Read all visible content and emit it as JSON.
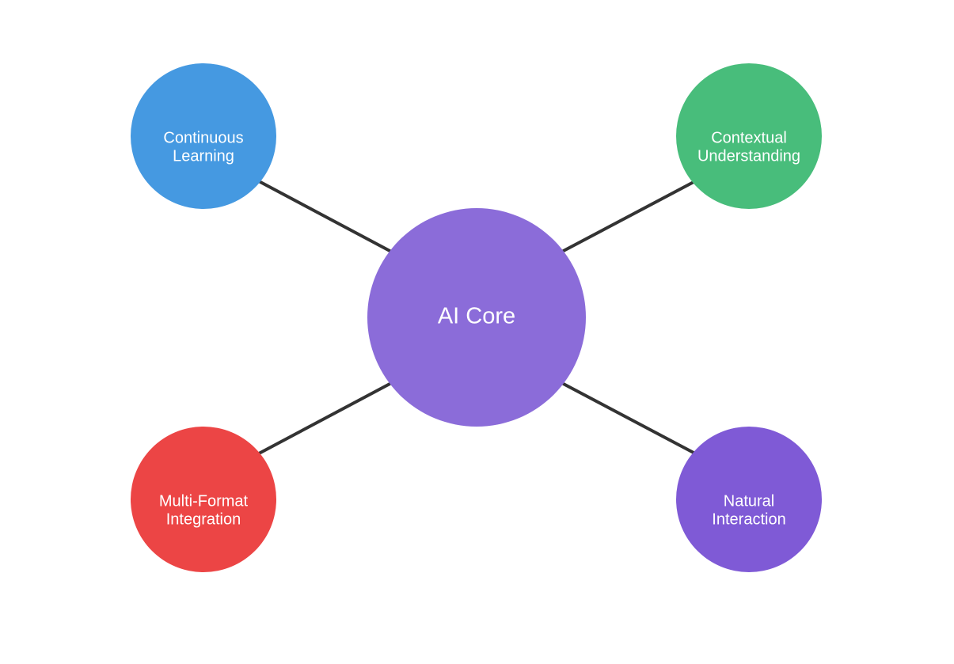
{
  "diagram": {
    "center": {
      "label": "AI Core",
      "color": "#8b6cd9"
    },
    "nodes": [
      {
        "id": "continuous-learning",
        "lines": [
          "Continuous",
          "Learning"
        ],
        "color": "#4599e1"
      },
      {
        "id": "contextual-understanding",
        "lines": [
          "Contextual",
          "Understanding"
        ],
        "color": "#48bd7b"
      },
      {
        "id": "multi-format-integration",
        "lines": [
          "Multi-Format",
          "Integration"
        ],
        "color": "#ec4545"
      },
      {
        "id": "natural-interaction",
        "lines": [
          "Natural",
          "Interaction"
        ],
        "color": "#7f5ad6"
      }
    ]
  }
}
